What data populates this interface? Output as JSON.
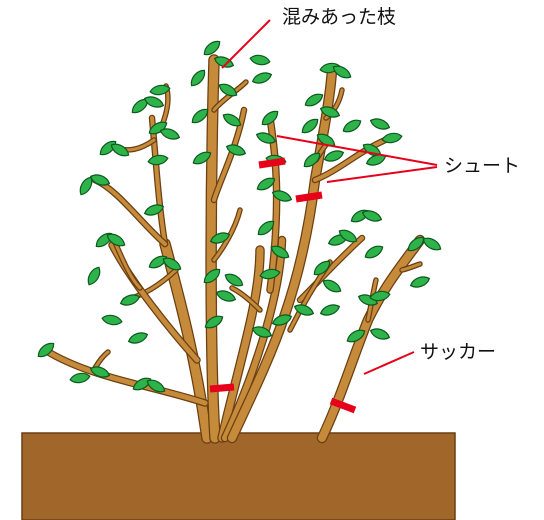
{
  "labels": {
    "crowded_branch": "混みあった枝",
    "shoot": "シュート",
    "sucker": "サッカー"
  },
  "colors": {
    "soil": "#a0662a",
    "soil_edge": "#6b3f12",
    "branch_fill": "#c58a3a",
    "branch_edge": "#6b3f12",
    "leaf_fill": "#2eb24a",
    "leaf_edge": "#0b5a1e",
    "cut_mark": "#e6001a",
    "leader_line": "#e6001a"
  }
}
